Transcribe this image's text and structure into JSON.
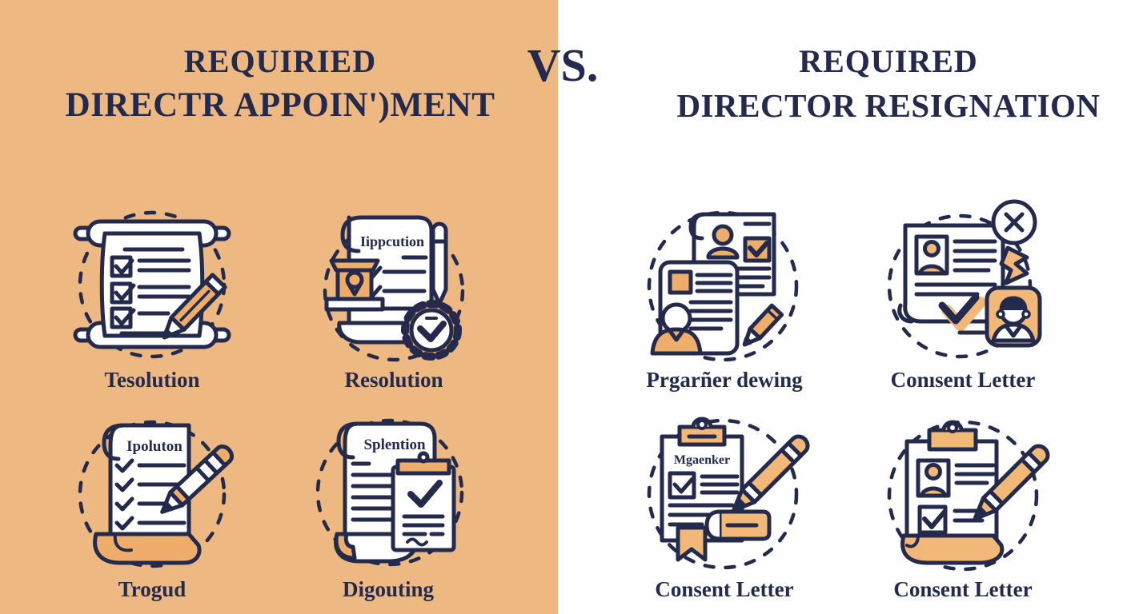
{
  "vs": "VS.",
  "colors": {
    "left_background": "#EEB883",
    "right_background": "#FEFEFE",
    "ink_navy": "#232A4B",
    "accent_orange_left": "#EFAD6B",
    "accent_orange_right": "#F2B878"
  },
  "left": {
    "title": [
      "REQUIRIED",
      "DIRECTR APPOIN')MENT"
    ],
    "items": [
      {
        "label": "Tesolution",
        "icon": "scroll-checklist-pencil-icon",
        "doc_text": ""
      },
      {
        "label": "Resolution",
        "icon": "resolution-seal-document-icon",
        "doc_text": "Iippcution"
      },
      {
        "label": "Trogud",
        "icon": "document-pen-icon",
        "doc_text": "Ipoluton"
      },
      {
        "label": "Digouting",
        "icon": "document-clipboard-check-icon",
        "doc_text": "Splention"
      }
    ]
  },
  "right": {
    "title": [
      "REQUIRED",
      "DIRECTOR RESIGNATION"
    ],
    "items": [
      {
        "label": "Prgarñer dewing",
        "icon": "profile-documents-person-icon",
        "doc_text": ""
      },
      {
        "label": "Conısent Letter",
        "icon": "rejection-document-badge-icon",
        "doc_text": ""
      },
      {
        "label": "Consent Letter",
        "icon": "consent-clipboard-ribbon-pen-icon",
        "doc_text": "Mgaenker"
      },
      {
        "label": "Consent Letter",
        "icon": "consent-clipboard-photo-pen-icon",
        "doc_text": ""
      }
    ]
  }
}
